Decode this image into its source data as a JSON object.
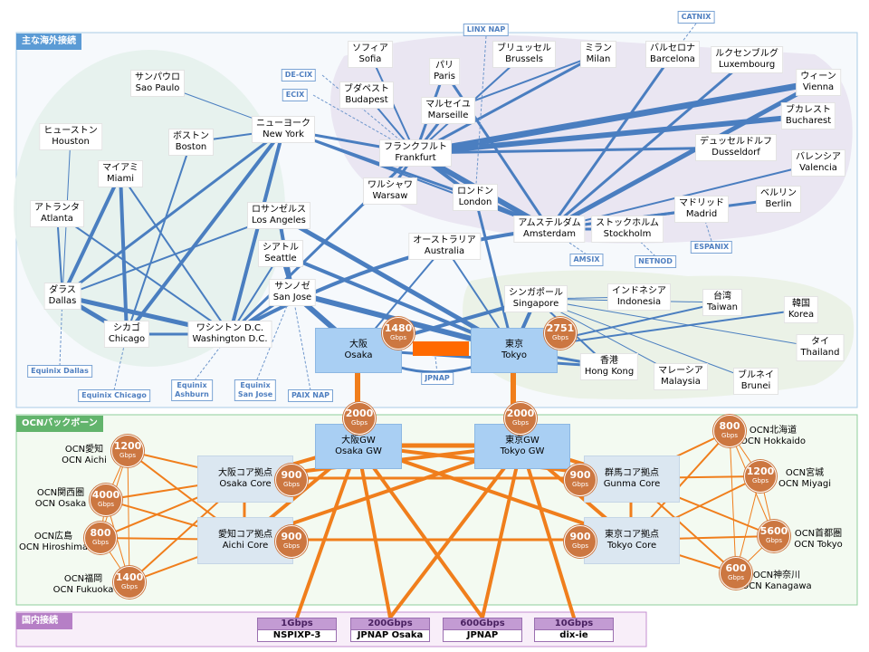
{
  "sections": {
    "overseas": "主な海外接続",
    "backbone": "OCNバックボーン",
    "domestic": "国内接続"
  },
  "colors": {
    "overseas_bg": "#f5f9fc",
    "overseas_border": "#a8cbe6",
    "backbone_bg": "#f3faf1",
    "backbone_border": "#8fcf9c",
    "domestic_bg": "#f8eef9",
    "domestic_border": "#c48ed0",
    "link_blue": "#4a7ec0",
    "link_orange": "#f07e1c",
    "badge": "#cc7741"
  },
  "cities": [
    {
      "id": "sao-paulo",
      "ja": "サンパウロ",
      "en": "Sao Paulo"
    },
    {
      "id": "houston",
      "ja": "ヒューストン",
      "en": "Houston"
    },
    {
      "id": "boston",
      "ja": "ボストン",
      "en": "Boston"
    },
    {
      "id": "new-york",
      "ja": "ニューヨーク",
      "en": "New York"
    },
    {
      "id": "miami",
      "ja": "マイアミ",
      "en": "Miami"
    },
    {
      "id": "atlanta",
      "ja": "アトランタ",
      "en": "Atlanta"
    },
    {
      "id": "dallas",
      "ja": "ダラス",
      "en": "Dallas"
    },
    {
      "id": "chicago",
      "ja": "シカゴ",
      "en": "Chicago"
    },
    {
      "id": "washington",
      "ja": "ワシントン D.C.",
      "en": "Washington D.C."
    },
    {
      "id": "los-angeles",
      "ja": "ロサンゼルス",
      "en": "Los Angeles"
    },
    {
      "id": "seattle",
      "ja": "シアトル",
      "en": "Seattle"
    },
    {
      "id": "san-jose",
      "ja": "サンノゼ",
      "en": "San Jose"
    },
    {
      "id": "sofia",
      "ja": "ソフィア",
      "en": "Sofia"
    },
    {
      "id": "budapest",
      "ja": "ブダペスト",
      "en": "Budapest"
    },
    {
      "id": "paris",
      "ja": "パリ",
      "en": "Paris"
    },
    {
      "id": "marseille",
      "ja": "マルセイユ",
      "en": "Marseille"
    },
    {
      "id": "brussels",
      "ja": "ブリュッセル",
      "en": "Brussels"
    },
    {
      "id": "milan",
      "ja": "ミラン",
      "en": "Milan"
    },
    {
      "id": "barcelona",
      "ja": "バルセロナ",
      "en": "Barcelona"
    },
    {
      "id": "luxembourg",
      "ja": "ルクセンブルグ",
      "en": "Luxembourg"
    },
    {
      "id": "vienna",
      "ja": "ウィーン",
      "en": "Vienna"
    },
    {
      "id": "bucharest",
      "ja": "ブカレスト",
      "en": "Bucharest"
    },
    {
      "id": "frankfurt",
      "ja": "フランクフルト",
      "en": "Frankfurt"
    },
    {
      "id": "dusseldorf",
      "ja": "デュッセルドルフ",
      "en": "Dusseldorf"
    },
    {
      "id": "valencia",
      "ja": "バレンシア",
      "en": "Valencia"
    },
    {
      "id": "warsaw",
      "ja": "ワルシャワ",
      "en": "Warsaw"
    },
    {
      "id": "london",
      "ja": "ロンドン",
      "en": "London"
    },
    {
      "id": "amsterdam",
      "ja": "アムステルダム",
      "en": "Amsterdam"
    },
    {
      "id": "stockholm",
      "ja": "ストックホルム",
      "en": "Stockholm"
    },
    {
      "id": "madrid",
      "ja": "マドリッド",
      "en": "Madrid"
    },
    {
      "id": "berlin",
      "ja": "ベルリン",
      "en": "Berlin"
    },
    {
      "id": "australia",
      "ja": "オーストラリア",
      "en": "Australia"
    },
    {
      "id": "singapore",
      "ja": "シンガポール",
      "en": "Singapore"
    },
    {
      "id": "indonesia",
      "ja": "インドネシア",
      "en": "Indonesia"
    },
    {
      "id": "taiwan",
      "ja": "台湾",
      "en": "Taiwan"
    },
    {
      "id": "korea",
      "ja": "韓国",
      "en": "Korea"
    },
    {
      "id": "thailand",
      "ja": "タイ",
      "en": "Thailand"
    },
    {
      "id": "hong-kong",
      "ja": "香港",
      "en": "Hong Kong"
    },
    {
      "id": "malaysia",
      "ja": "マレーシア",
      "en": "Malaysia"
    },
    {
      "id": "brunei",
      "ja": "ブルネイ",
      "en": "Brunei"
    }
  ],
  "ixps": [
    {
      "id": "linx",
      "label": "LINX NAP"
    },
    {
      "id": "catnix",
      "label": "CATNIX"
    },
    {
      "id": "de-cix",
      "label": "DE-CIX"
    },
    {
      "id": "ecix",
      "label": "ECIX"
    },
    {
      "id": "espanix",
      "label": "ESPANIX"
    },
    {
      "id": "amsix",
      "label": "AMSIX"
    },
    {
      "id": "netnod",
      "label": "NETNOD"
    },
    {
      "id": "equinix-dallas",
      "label": "Equinix Dallas"
    },
    {
      "id": "equinix-chicago",
      "label": "Equinix Chicago"
    },
    {
      "id": "equinix-ashburn",
      "label": "Equinix\nAshburn"
    },
    {
      "id": "equinix-san-jose",
      "label": "Equinix\nSan Jose"
    },
    {
      "id": "paix",
      "label": "PAIX NAP"
    },
    {
      "id": "jpnap-overseas",
      "label": "JPNAP"
    }
  ],
  "hubs": [
    {
      "id": "osaka",
      "ja": "大阪",
      "en": "Osaka",
      "capacity": "1480",
      "unit": "Gbps"
    },
    {
      "id": "tokyo",
      "ja": "東京",
      "en": "Tokyo",
      "capacity": "2751",
      "unit": "Gbps"
    }
  ],
  "gateways": [
    {
      "id": "osaka-gw",
      "ja": "大阪GW",
      "en": "Osaka GW",
      "capacity": "2000",
      "unit": "Gbps"
    },
    {
      "id": "tokyo-gw",
      "ja": "東京GW",
      "en": "Tokyo GW",
      "capacity": "2000",
      "unit": "Gbps"
    }
  ],
  "cores": [
    {
      "id": "osaka-core",
      "ja": "大阪コア拠点",
      "en": "Osaka Core",
      "capacity": "900",
      "unit": "Gbps"
    },
    {
      "id": "aichi-core",
      "ja": "愛知コア拠点",
      "en": "Aichi Core",
      "capacity": "900",
      "unit": "Gbps"
    },
    {
      "id": "gunma-core",
      "ja": "群馬コア拠点",
      "en": "Gunma Core",
      "capacity": "900",
      "unit": "Gbps"
    },
    {
      "id": "tokyo-core",
      "ja": "東京コア拠点",
      "en": "Tokyo Core",
      "capacity": "900",
      "unit": "Gbps"
    }
  ],
  "regions": [
    {
      "id": "aichi",
      "ja": "OCN愛知",
      "en": "OCN Aichi",
      "capacity": "1200",
      "unit": "Gbps"
    },
    {
      "id": "osaka",
      "ja": "OCN関西圏",
      "en": "OCN Osaka",
      "capacity": "4000",
      "unit": "Gbps"
    },
    {
      "id": "hiroshima",
      "ja": "OCN広島",
      "en": "OCN Hiroshima",
      "capacity": "800",
      "unit": "Gbps"
    },
    {
      "id": "fukuoka",
      "ja": "OCN福岡",
      "en": "OCN Fukuoka",
      "capacity": "1400",
      "unit": "Gbps"
    },
    {
      "id": "hokkaido",
      "ja": "OCN北海道",
      "en": "OCN Hokkaido",
      "capacity": "800",
      "unit": "Gbps"
    },
    {
      "id": "miyagi",
      "ja": "OCN宮城",
      "en": "OCN Miyagi",
      "capacity": "1200",
      "unit": "Gbps"
    },
    {
      "id": "tokyo",
      "ja": "OCN首都圏",
      "en": "OCN Tokyo",
      "capacity": "5600",
      "unit": "Gbps"
    },
    {
      "id": "kanagawa",
      "ja": "OCN神奈川",
      "en": "OCN Kanagawa",
      "capacity": "600",
      "unit": "Gbps"
    }
  ],
  "domestic": [
    {
      "id": "nspixp3",
      "speed": "1Gbps",
      "name": "NSPIXP-3"
    },
    {
      "id": "jpnap-osaka",
      "speed": "200Gbps",
      "name": "JPNAP Osaka"
    },
    {
      "id": "jpnap",
      "speed": "600Gbps",
      "name": "JPNAP"
    },
    {
      "id": "dix-ie",
      "speed": "10Gbps",
      "name": "dix-ie"
    }
  ]
}
